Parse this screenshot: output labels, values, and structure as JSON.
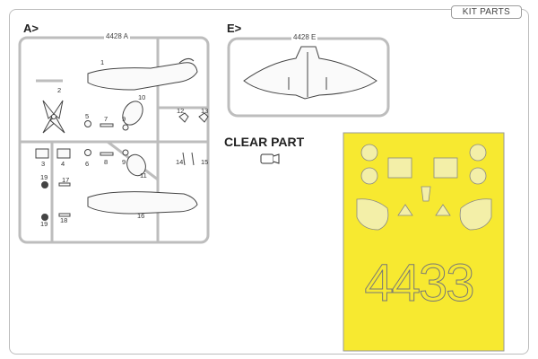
{
  "header": {
    "kit_parts_label": "KIT PARTS"
  },
  "sprue_a": {
    "letter": "A>",
    "code": "4428 A",
    "part_numbers": [
      "1",
      "2",
      "3",
      "4",
      "5",
      "6",
      "7",
      "8",
      "9",
      "9",
      "10",
      "11",
      "12",
      "13",
      "14",
      "15",
      "16",
      "17",
      "18",
      "19",
      "19"
    ]
  },
  "sprue_e": {
    "letter": "E>",
    "code": "4428 E"
  },
  "clear_part": {
    "title": "CLEAR PART"
  },
  "mask_sheet": {
    "number": "4433",
    "color": "#f7e930"
  },
  "colors": {
    "line": "#555555",
    "sprue": "#bdbdbd",
    "mask_yellow": "#f7e930",
    "mask_cut": "#f3efa8"
  }
}
